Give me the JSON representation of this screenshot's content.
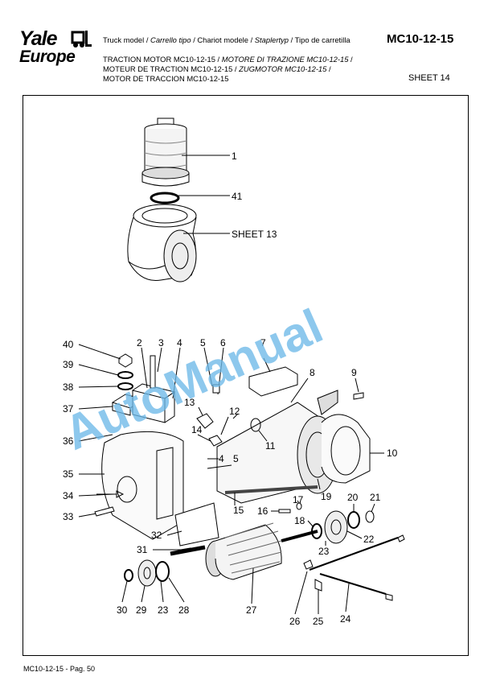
{
  "logo": {
    "line1": "Yale",
    "line2": "Europe"
  },
  "header": {
    "truck_model_1": "Truck model / ",
    "truck_model_2": "Carrello tipo",
    "truck_model_3": " / Chariot modele / ",
    "truck_model_4": "Staplertyp",
    "truck_model_5": " / Tipo de carretilla",
    "model": "MC10-12-15",
    "line2a": "TRACTION MOTOR MC10-12-15 / ",
    "line2b": "MOTORE DI TRAZIONE MC10-12-15",
    "line2c": " /",
    "line3a": "MOTEUR DE TRACTION MC10-12-15 / ",
    "line3b": "ZUGMOTOR MC10-12-15",
    "line3c": " /",
    "line4": "MOTOR DE TRACCION MC10-12-15",
    "sheet": "SHEET 14"
  },
  "diagram": {
    "labels": {
      "n1": "1",
      "n41": "41",
      "sheet13": "SHEET 13",
      "n40": "40",
      "n2": "2",
      "n3": "3",
      "n4a": "4",
      "n5a": "5",
      "n6": "6",
      "n7": "7",
      "n39": "39",
      "n8": "8",
      "n9": "9",
      "n38": "38",
      "n37": "37",
      "n13": "13",
      "n12": "12",
      "n11": "11",
      "n36": "36",
      "n14": "14",
      "n10": "10",
      "n4b": "4",
      "n5b": "5",
      "n35": "35",
      "n19": "19",
      "n15": "15",
      "n34": "34",
      "n17": "17",
      "n16": "16",
      "n20": "20",
      "n21": "21",
      "n33": "33",
      "n18": "18",
      "n22": "22",
      "n32": "32",
      "n23a": "23",
      "n31": "31",
      "n30": "30",
      "n29": "29",
      "n23b": "23",
      "n28": "28",
      "n27": "27",
      "n26": "26",
      "n25": "25",
      "n24": "24"
    }
  },
  "watermark": "AutoManual",
  "footer": "MC10-12-15 - Pag. 50"
}
